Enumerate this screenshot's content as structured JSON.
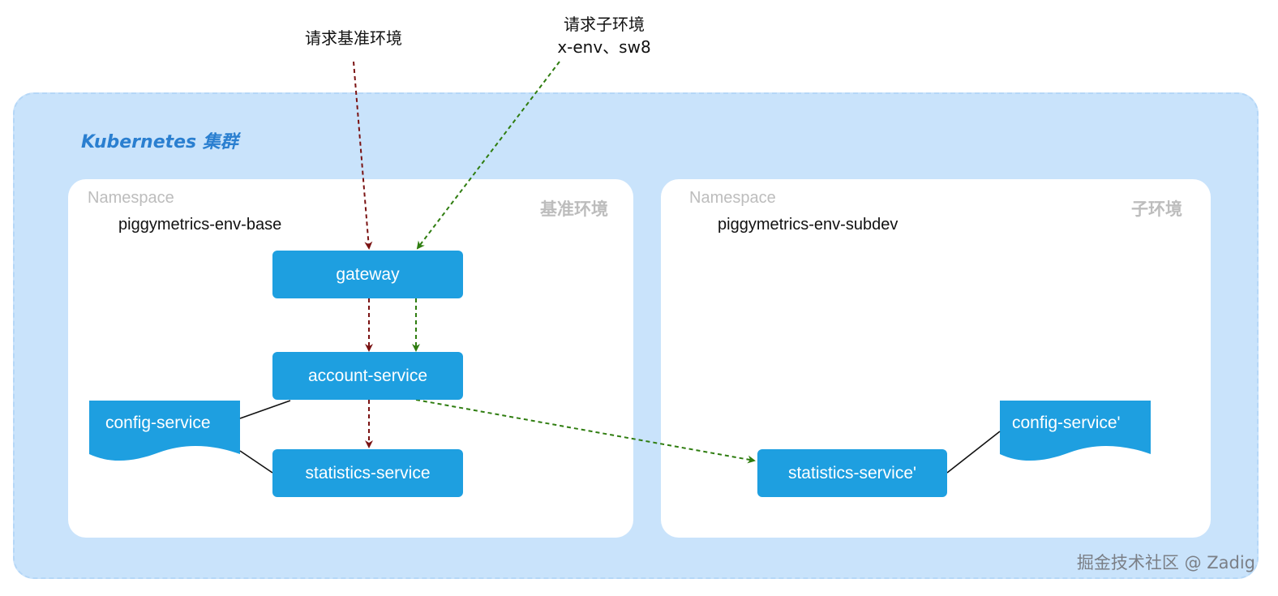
{
  "request_base": "请求基准环境",
  "request_sub": {
    "line1": "请求子环境",
    "line2": "x-env、sw8"
  },
  "cluster": {
    "title": "Kubernetes  集群"
  },
  "namespaces": {
    "base": {
      "label": "Namespace",
      "name": "piggymetrics-env-base",
      "env": "基准环境"
    },
    "sub": {
      "label": "Namespace",
      "name": "piggymetrics-env-subdev",
      "env": "子环境"
    }
  },
  "services": {
    "gateway": "gateway",
    "account": "account-service",
    "statistics": "statistics-service",
    "config": "config-service",
    "statistics_sub": "statistics-service'",
    "config_sub": "config-service'"
  },
  "watermark": "掘金技术社区 @ Zadig",
  "colors": {
    "base_arrow": "#7a1212",
    "sub_arrow": "#2f7d10",
    "service": "#1e9fe0",
    "cluster": "#c9e3fb",
    "title": "#2a7fd0"
  }
}
